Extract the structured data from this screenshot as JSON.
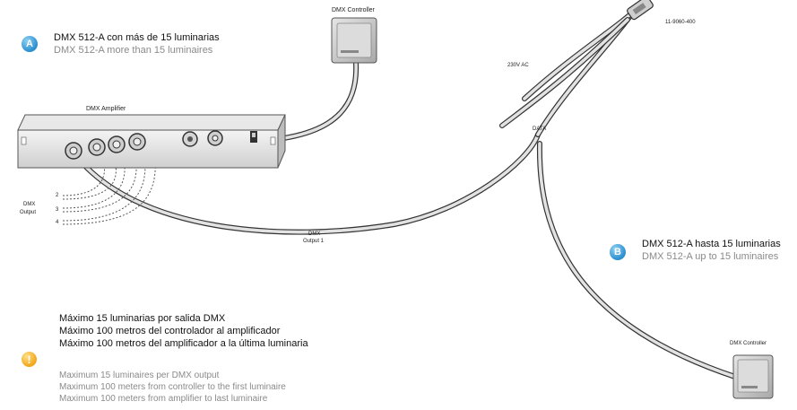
{
  "section_a": {
    "badge": "A",
    "title_es": "DMX 512-A con más de 15 luminarias",
    "title_en": "DMX 512-A more than 15 luminaires"
  },
  "section_b": {
    "badge": "B",
    "title_es": "DMX 512-A hasta 15 luminarias",
    "title_en": "DMX 512-A up to 15 luminaires"
  },
  "labels": {
    "controller_top": "DMX Controller",
    "controller_bottom": "DMX Controller",
    "amplifier": "DMX Amplifier",
    "part_number": "11-9060-400",
    "power": "230V AC",
    "data": "DATA",
    "dmx_output_1_line1": "DMX",
    "dmx_output_1_line2": "Output 1",
    "dmx_output_line1": "DMX",
    "dmx_output_line2": "Output",
    "port_2": "2",
    "port_3": "3",
    "port_4": "4"
  },
  "notes": {
    "es": [
      "Máximo 15 luminarias por salida DMX",
      "Máximo 100 metros del controlador al amplificador",
      "Máximo 100 metros del amplificador a la última luminaria"
    ],
    "en": [
      "Maximum 15 luminaires per DMX output",
      "Maximum 100 meters from controller to the first luminaire",
      "Maximum 100 meters from amplifier to last luminaire"
    ],
    "icon": "!"
  },
  "colors": {
    "badge_blue": "#2a8fcf",
    "warning_orange": "#f2a618",
    "cable": "#d9d9d9"
  }
}
